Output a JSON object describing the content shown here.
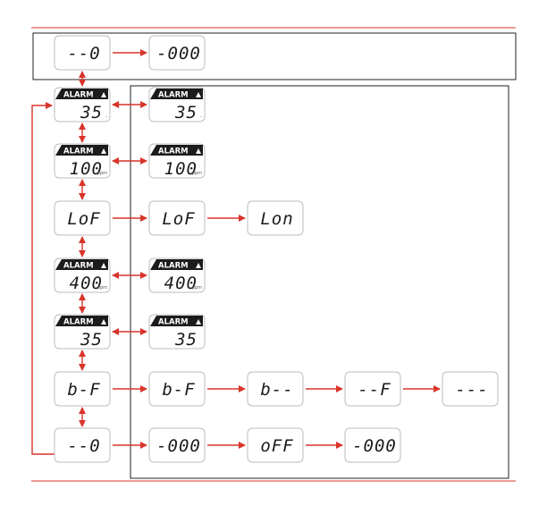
{
  "colors": {
    "accent": "#d9342b",
    "frame": "#222222",
    "lcd_border": "#bdbdbd",
    "alarm_badge": "#1c1c1c"
  },
  "alarm_label": "ALARM",
  "rows": [
    {
      "id": "r0",
      "displays": [
        {
          "text": "--0"
        },
        {
          "text": "-000"
        }
      ]
    },
    {
      "id": "r1",
      "displays": [
        {
          "text": "35",
          "alarm": true,
          "unit": "-"
        },
        {
          "text": "35",
          "alarm": true,
          "unit": "-"
        }
      ]
    },
    {
      "id": "r2",
      "displays": [
        {
          "text": "100",
          "alarm": true,
          "unit": "ppm"
        },
        {
          "text": "100",
          "alarm": true,
          "unit": "ppm"
        }
      ]
    },
    {
      "id": "r3",
      "displays": [
        {
          "text": "LoF"
        },
        {
          "text": "LoF"
        },
        {
          "text": "Lon"
        }
      ]
    },
    {
      "id": "r4",
      "displays": [
        {
          "text": "400",
          "alarm": true,
          "unit": "ppm"
        },
        {
          "text": "400",
          "alarm": true,
          "unit": "ppm"
        }
      ]
    },
    {
      "id": "r5",
      "displays": [
        {
          "text": "35",
          "alarm": true
        },
        {
          "text": "35",
          "alarm": true
        }
      ]
    },
    {
      "id": "r6",
      "displays": [
        {
          "text": "b-F"
        },
        {
          "text": "b-F"
        },
        {
          "text": "b--"
        },
        {
          "text": "--F"
        },
        {
          "text": "---"
        }
      ]
    },
    {
      "id": "r7",
      "displays": [
        {
          "text": "--0"
        },
        {
          "text": "-000"
        },
        {
          "text": "oFF"
        },
        {
          "text": "-000"
        }
      ]
    }
  ]
}
